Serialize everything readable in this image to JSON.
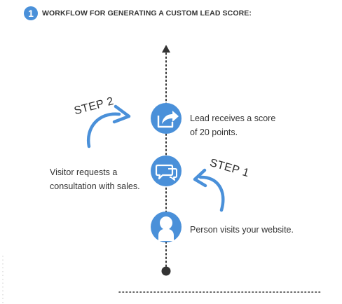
{
  "header": {
    "number": "1",
    "title": "WORKFLOW FOR GENERATING A CUSTOM LEAD SCORE:"
  },
  "steps": {
    "step1_label": "STEP 1",
    "step2_label": "STEP 2"
  },
  "nodes": [
    {
      "icon": "share-arrow-icon",
      "lines": [
        "Lead receives a score",
        "of 20 points."
      ],
      "side": "right"
    },
    {
      "icon": "chat-bubbles-icon",
      "lines": [
        "Visitor requests a",
        "consultation with sales."
      ],
      "side": "left"
    },
    {
      "icon": "person-icon",
      "lines": [
        "Person visits your website."
      ],
      "side": "right"
    }
  ],
  "colors": {
    "accent": "#4a90d9",
    "text": "#333333",
    "dots": "#333333"
  }
}
